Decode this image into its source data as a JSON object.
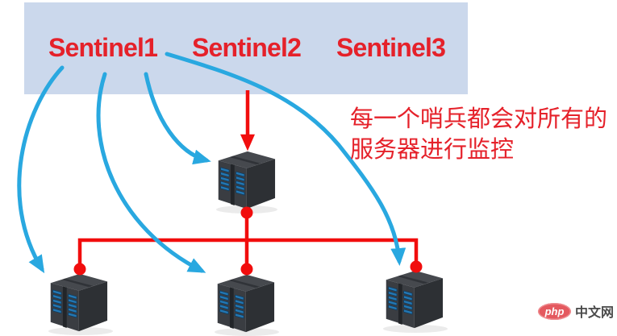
{
  "sentinels": {
    "labels": [
      "Sentinel1",
      "Sentinel2",
      "Sentinel3"
    ]
  },
  "annotation": {
    "line1": "每一个哨兵都会对所有的",
    "line2": "服务器进行监控"
  },
  "watermark": {
    "logo": "php",
    "site": "中文网"
  },
  "icons": {
    "server": "isometric-server-stack-icon",
    "arrowhead_red": "red-down-arrowhead",
    "arrowhead_blue": "blue-curve-arrowhead"
  },
  "colors": {
    "sentinel_box_bg": "#cbd8ec",
    "text_red": "#e5212a",
    "line_red": "#f10d0d",
    "monitor_arrow_blue": "#29a8e0",
    "server_body_dark": "#33363a",
    "server_slot_blue": "#2477b2",
    "watermark_badge": "#e4595f",
    "watermark_text": "#4a4a4a"
  }
}
